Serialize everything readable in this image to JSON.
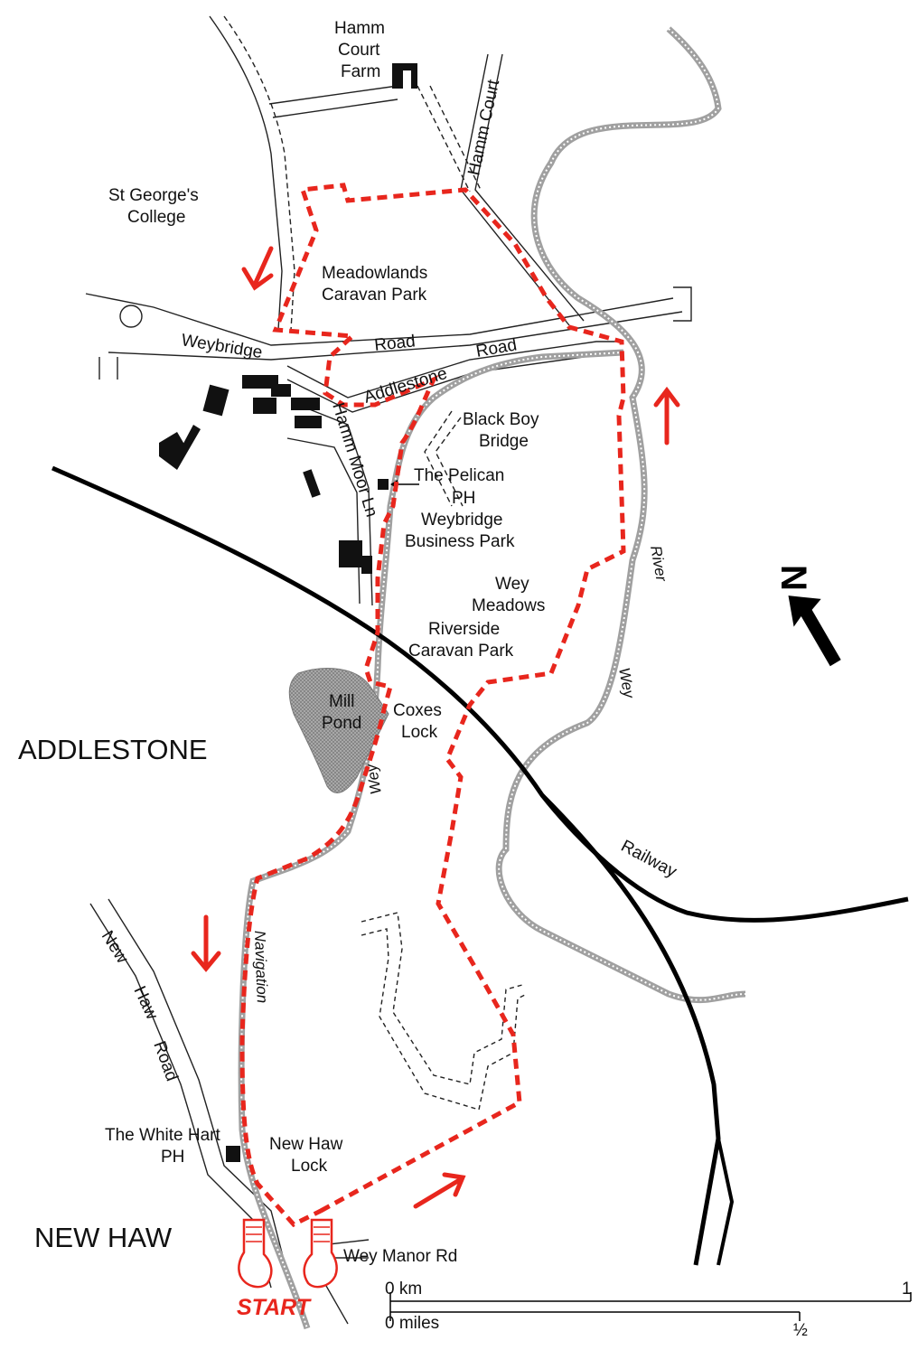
{
  "map": {
    "places": {
      "addlestone": "ADDLESTONE",
      "new_haw": "NEW HAW"
    },
    "landmarks": {
      "hamm_court_farm": [
        "Hamm",
        "Court",
        "Farm"
      ],
      "st_georges_college": [
        "St George's",
        "College"
      ],
      "meadowlands_caravan_park": [
        "Meadowlands",
        "Caravan Park"
      ],
      "black_boy_bridge": [
        "Black Boy",
        "Bridge"
      ],
      "pelican_ph": [
        "The Pelican",
        "PH"
      ],
      "weybridge_business_park": [
        "Weybridge",
        "Business Park"
      ],
      "wey_meadows": [
        "Wey",
        "Meadows"
      ],
      "riverside_caravan_park": [
        "Riverside",
        "Caravan Park"
      ],
      "mill_pond": [
        "Mill",
        "Pond"
      ],
      "coxes_lock": [
        "Coxes",
        "Lock"
      ],
      "white_hart_ph": [
        "The White Hart",
        "PH"
      ],
      "new_haw_lock": [
        "New Haw",
        "Lock"
      ]
    },
    "roads": {
      "hamm_court": "Hamm Court",
      "weybridge": "Weybridge",
      "road_1": "Road",
      "addlestone": "Addlestone",
      "road_2": "Road",
      "hamm_moor_ln": "Hamm Moor Ln",
      "new": "New",
      "haw": "Haw",
      "road_3": "Road",
      "wey_manor_rd": "Wey Manor Rd",
      "railway": "Railway"
    },
    "water": {
      "river": "River",
      "wey_river": "Wey",
      "wey_nav": "Wey",
      "navigation": "Navigation"
    },
    "start_label": "START",
    "north_label": "N",
    "scale": {
      "km_zero": "0 km",
      "km_one": "1",
      "miles_zero": "0 miles",
      "miles_half": "½"
    },
    "colors": {
      "route": "#e8261d",
      "water": "#9a9a9a",
      "railway": "#000000",
      "buildings": "#111111",
      "pond": "#8f8f8f"
    }
  }
}
